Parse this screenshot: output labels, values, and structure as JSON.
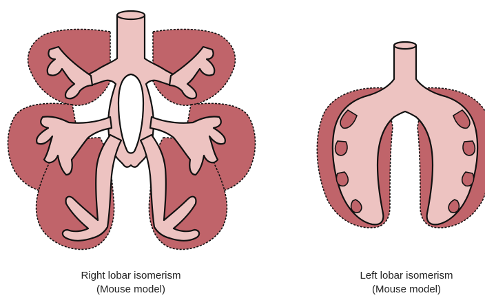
{
  "colors": {
    "background": "#ffffff",
    "lobe_dark": "#c0646a",
    "airway_light": "#edc3c1",
    "outline": "#111111"
  },
  "panels": [
    {
      "caption_line1": "Right lobar isomerism",
      "caption_line2": "(Mouse model)"
    },
    {
      "caption_line1": "Left lobar isomerism",
      "caption_line2": "(Mouse model)"
    }
  ]
}
